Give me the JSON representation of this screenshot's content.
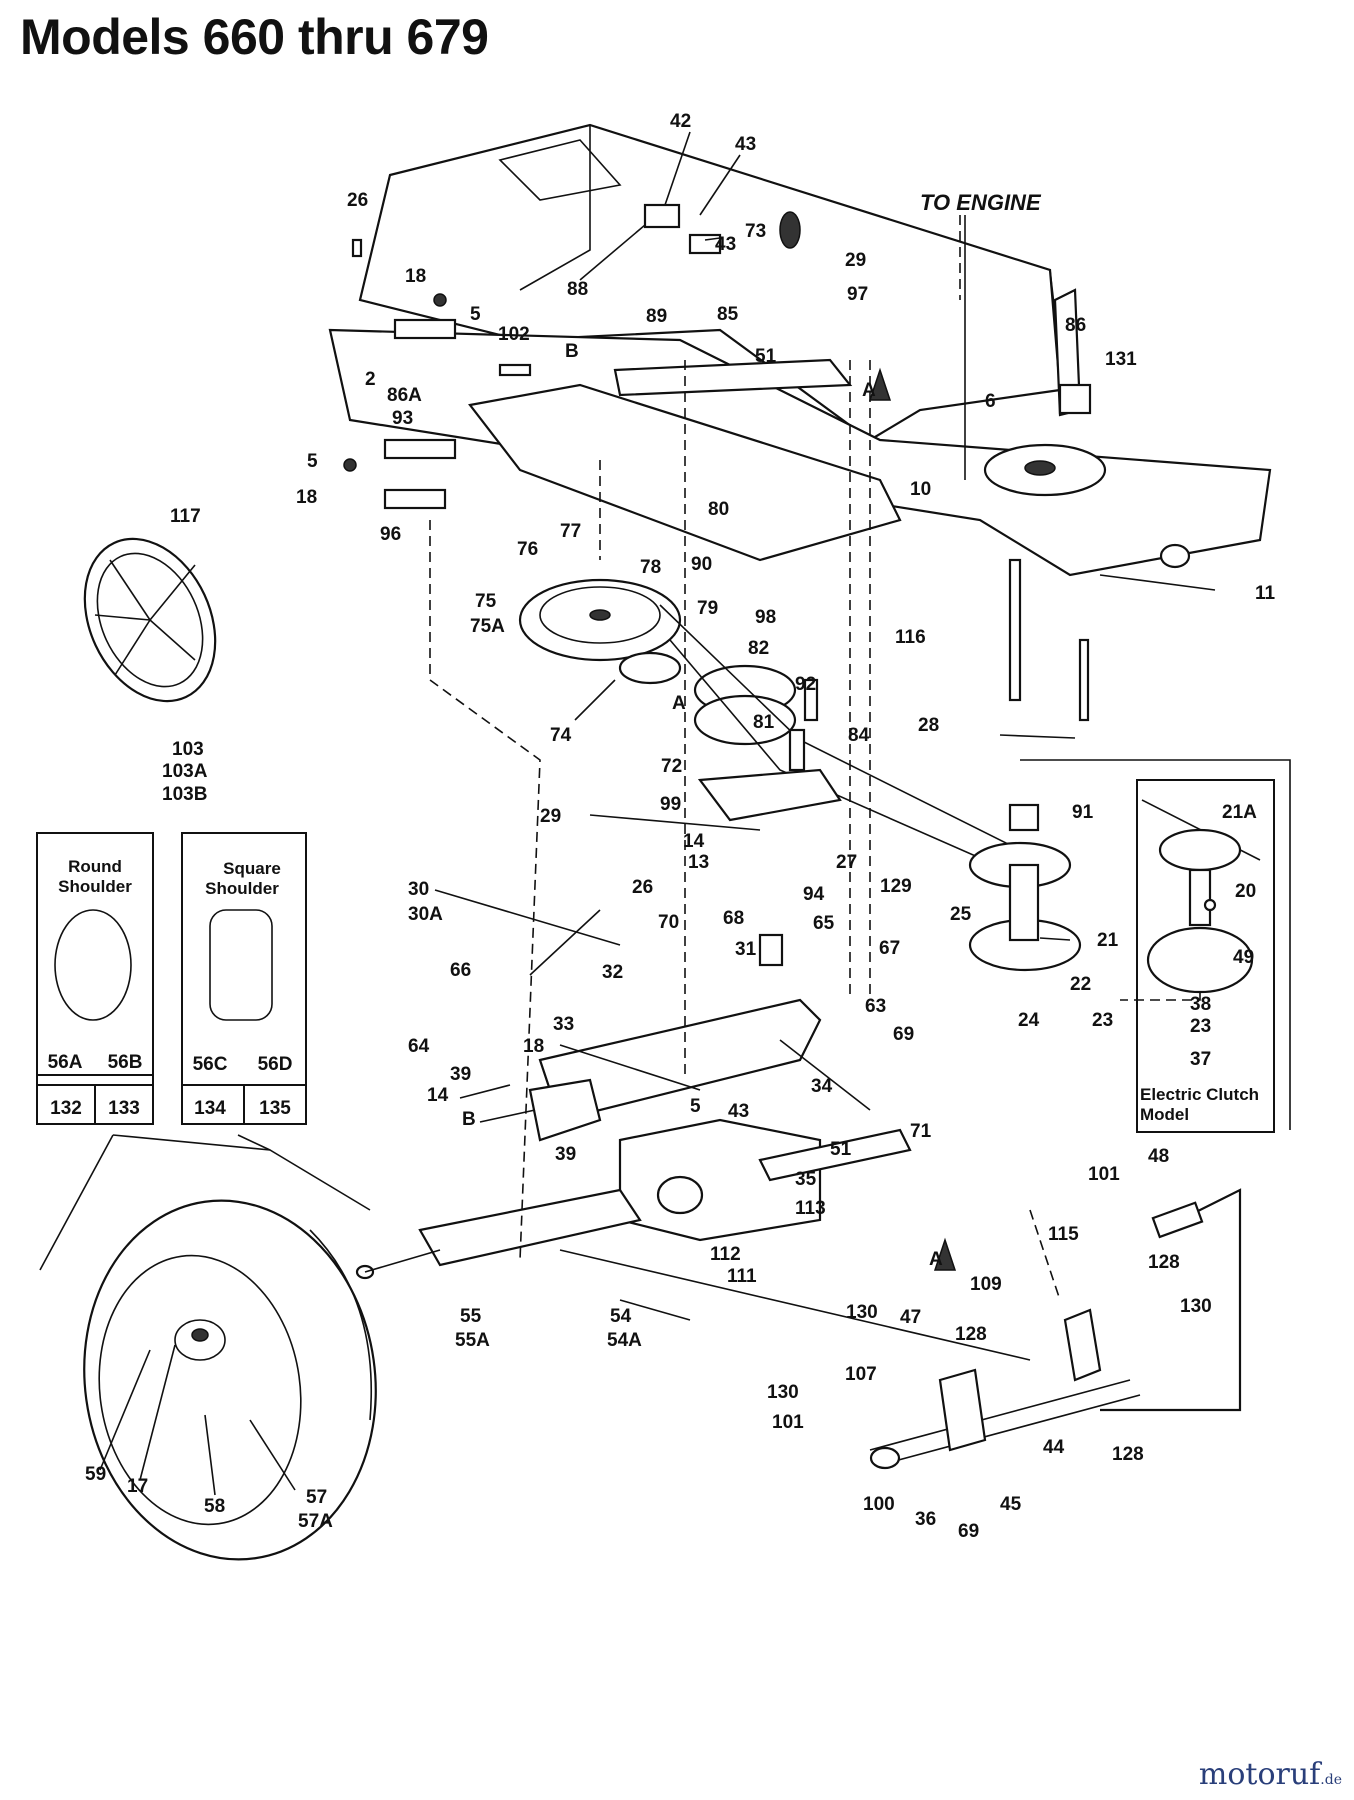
{
  "title": "Models 660 thru 679",
  "to_engine_label": "TO ENGINE",
  "round_shoulder": {
    "title_line1": "Round",
    "title_line2": "Shoulder",
    "left_label": "56A",
    "right_label": "56B",
    "code_left": "132",
    "code_right": "133"
  },
  "square_shoulder": {
    "title_line1": "Square",
    "title_line2": "Shoulder",
    "left_label": "56C",
    "right_label": "56D",
    "code_left": "134",
    "code_right": "135"
  },
  "electric_clutch": {
    "caption_line1": "Electric Clutch",
    "caption_line2": "Model"
  },
  "watermark": {
    "brand": "motoruf",
    "suffix": ".de"
  },
  "callouts": [
    "42",
    "43",
    "26",
    "73",
    "43",
    "29",
    "18",
    "5",
    "97",
    "88",
    "89",
    "85",
    "102",
    "B",
    "2",
    "51",
    "86A",
    "86",
    "131",
    "93",
    "5",
    "18",
    "96",
    "6",
    "117",
    "10",
    "11",
    "77",
    "80",
    "76",
    "78",
    "90",
    "75",
    "75A",
    "79",
    "98",
    "82",
    "116",
    "74",
    "A",
    "92",
    "103",
    "103A",
    "103B",
    "81",
    "84",
    "28",
    "72",
    "99",
    "29",
    "91",
    "14",
    "13",
    "27",
    "94",
    "129",
    "21A",
    "30",
    "30A",
    "26",
    "68",
    "70",
    "65",
    "25",
    "21",
    "20",
    "49",
    "31",
    "67",
    "66",
    "32",
    "22",
    "24",
    "23",
    "38",
    "23",
    "37",
    "33",
    "63",
    "69",
    "64",
    "39",
    "18",
    "14",
    "B",
    "5",
    "43",
    "34",
    "71",
    "39",
    "51",
    "35",
    "113",
    "112",
    "111",
    "48",
    "101",
    "115",
    "128",
    "130",
    "55",
    "55A",
    "54",
    "54A",
    "109",
    "130",
    "47",
    "128",
    "107",
    "130",
    "101",
    "44",
    "128",
    "100",
    "36",
    "45",
    "69",
    "59",
    "17",
    "58",
    "57",
    "57A",
    "A",
    "A"
  ]
}
